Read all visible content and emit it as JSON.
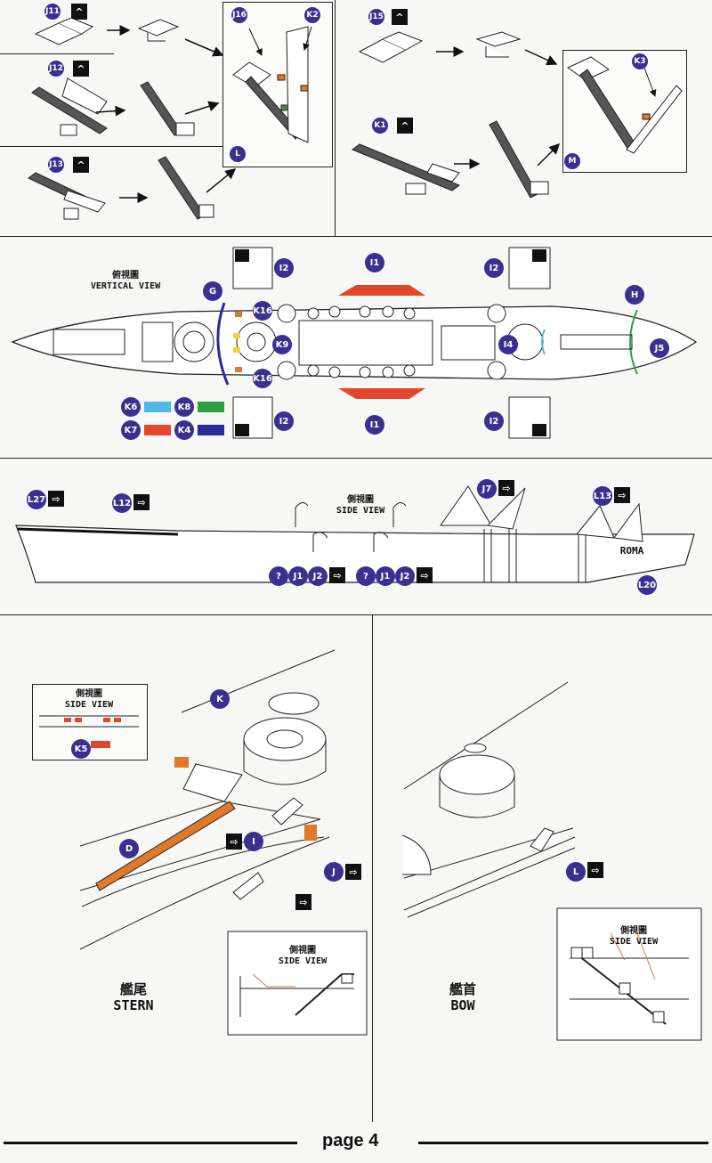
{
  "top_section": {
    "step_j11": "J11",
    "step_j12": "J12",
    "step_j13": "J13",
    "step_j15": "J15",
    "step_k1": "K1",
    "result_l": "L",
    "result_m": "M",
    "callout_j16": "J16",
    "callout_k2": "K2",
    "callout_k3": "K3",
    "fold_icon": "^"
  },
  "vertical_view": {
    "title_cn": "俯視圖",
    "title_en": "VERTICAL VIEW",
    "labels": {
      "g": "G",
      "h": "H",
      "i1_top": "I1",
      "i1_bottom": "I1",
      "i2_tl": "I2",
      "i2_bl": "I2",
      "i2_tr": "I2",
      "i2_br": "I2",
      "k16_top": "K16",
      "k16_bottom": "K16",
      "k9": "K9",
      "i4": "I4",
      "j5": "J5"
    },
    "legend": [
      {
        "id": "K6",
        "color": "#4fb8e6"
      },
      {
        "id": "K8",
        "color": "#2da043"
      },
      {
        "id": "K7",
        "color": "#e2472b"
      },
      {
        "id": "K4",
        "color": "#2a2a9a"
      }
    ]
  },
  "side_view": {
    "title_cn": "側視圖",
    "title_en": "SIDE VIEW",
    "ship_name": "ROMA",
    "labels": {
      "l27": "L27",
      "l12": "L12",
      "j7": "J7",
      "l13": "L13",
      "l20": "L20",
      "q1": "?",
      "j1a": "J1",
      "j2a": "J2",
      "q2": "?",
      "j1b": "J1",
      "j2b": "J2"
    }
  },
  "stern": {
    "title_cn": "艦尾",
    "title_en": "STERN",
    "inset_cn": "側視圖",
    "inset_en": "SIDE VIEW",
    "inset2_cn": "側視圖",
    "inset2_en": "SIDE VIEW",
    "labels": {
      "k": "K",
      "k5": "K5",
      "d": "D",
      "i": "I",
      "j": "J"
    },
    "k5_color": "#e2472b",
    "d_color": "#e07a2a"
  },
  "bow": {
    "title_cn": "艦首",
    "title_en": "BOW",
    "inset_cn": "側視圖",
    "inset_en": "SIDE VIEW",
    "labels": {
      "l": "L"
    }
  },
  "footer": {
    "page": "page 4"
  }
}
